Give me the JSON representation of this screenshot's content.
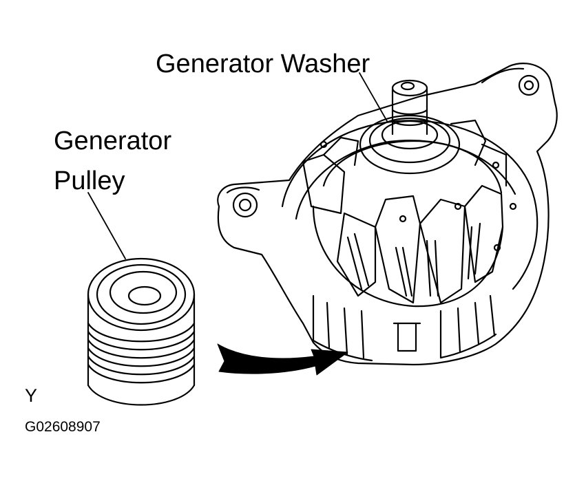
{
  "labels": {
    "washer": "Generator Washer",
    "pulley_line1": "Generator",
    "pulley_line2": "Pulley",
    "view": "Y",
    "figure_code": "G02608907"
  },
  "colors": {
    "ink": "#000000",
    "paper": "#ffffff"
  }
}
